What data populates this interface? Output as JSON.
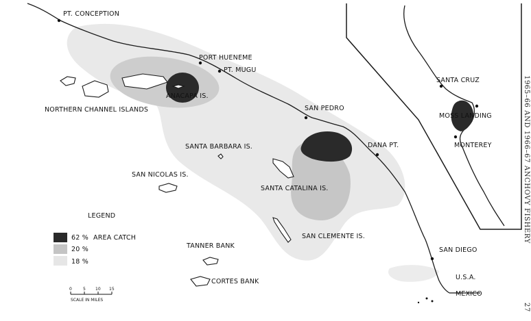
{
  "labels": {
    "pt_conception": "PT. CONCEPTION",
    "port_hueneme": "PORT HUENEME",
    "pt_mugu": "PT. MUGU",
    "anacapa": "ANACAPA IS.",
    "northern_channel": "NORTHERN CHANNEL ISLANDS",
    "san_pedro": "SAN PEDRO",
    "santa_barbara": "SANTA BARBARA IS.",
    "dana_pt": "DANA PT.",
    "san_nicolas": "SAN NICOLAS IS.",
    "santa_catalina": "SANTA CATALINA IS.",
    "san_clemente": "SAN CLEMENTE IS.",
    "tanner_bank": "TANNER BANK",
    "cortes_bank": "CORTES BANK",
    "san_diego": "SAN DIEGO",
    "usa": "U.S.A.",
    "mexico": "MEXICO",
    "santa_cruz": "SANTA CRUZ",
    "moss_landing": "MOSS LANDING",
    "monterey": "MONTEREY"
  },
  "legend": {
    "title": "LEGEND",
    "items": [
      {
        "label": "62 %",
        "suffix": "AREA CATCH",
        "color": "#2a2a2a"
      },
      {
        "label": "20 %",
        "suffix": "",
        "color": "#c4c4c4"
      },
      {
        "label": "18 %",
        "suffix": "",
        "color": "#e6e6e6"
      }
    ]
  },
  "scale": {
    "ticks": [
      "0",
      "5",
      "10",
      "15"
    ],
    "caption": "SCALE IN MILES"
  },
  "side_text": "1965–66 AND 1966–67 ANCHOVY FISHERY",
  "page_number": "27",
  "colors": {
    "high": "#2a2a2a",
    "medium": "#c4c4c4",
    "low": "#e6e6e6"
  }
}
